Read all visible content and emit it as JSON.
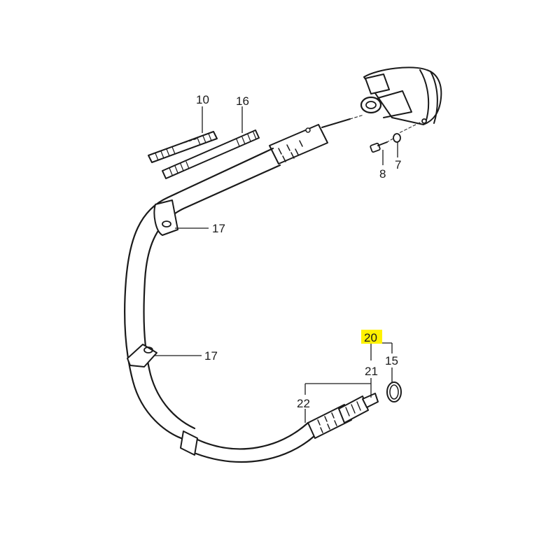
{
  "diagram": {
    "highlight_color": "#fff200",
    "line_color": "#1a1a1a",
    "background": "#ffffff",
    "callouts": {
      "p10": "10",
      "p16": "16",
      "p8": "8",
      "p7": "7",
      "p17_upper": "17",
      "p17_lower": "17",
      "p20": "20",
      "p21": "21",
      "p15": "15",
      "p22": "22"
    }
  }
}
